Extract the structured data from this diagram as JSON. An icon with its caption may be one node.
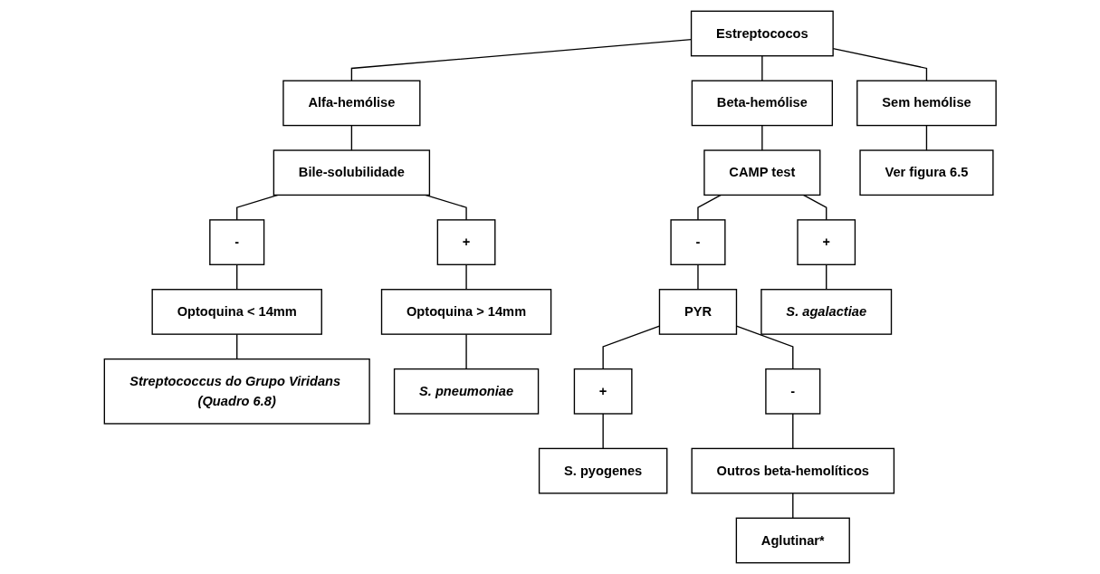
{
  "diagram": {
    "nodes": [
      {
        "text": [
          "Estreptococos"
        ]
      },
      {
        "text": [
          "Alfa-hemólise"
        ]
      },
      {
        "text": [
          "Beta-hemólise"
        ]
      },
      {
        "text": [
          "Sem hemólise"
        ]
      },
      {
        "text": [
          "Bile-solubilidade"
        ]
      },
      {
        "text": [
          "CAMP test"
        ]
      },
      {
        "text": [
          "Ver figura 6.5"
        ]
      },
      {
        "text": [
          "-"
        ]
      },
      {
        "text": [
          "+"
        ]
      },
      {
        "text": [
          "-"
        ]
      },
      {
        "text": [
          "+"
        ]
      },
      {
        "text": [
          "Optoquina < 14mm"
        ]
      },
      {
        "text": [
          "Optoquina > 14mm"
        ]
      },
      {
        "text": [
          "PYR"
        ]
      },
      {
        "text": [
          "S. agalactiae"
        ]
      },
      {
        "text": [
          "Streptococcus do Grupo Viridans (Quadro 6.8)"
        ]
      },
      {
        "text": [
          "S. pneumoniae"
        ]
      },
      {
        "text": [
          "+"
        ]
      },
      {
        "text": [
          "-"
        ]
      },
      {
        "text": [
          "S. pyogenes"
        ]
      },
      {
        "text": [
          "Outros beta-hemolíticos"
        ]
      },
      {
        "text": [
          "Aglutinar*"
        ]
      }
    ],
    "edges": [
      {
        "from": 0,
        "to": 1,
        "arrow": "none"
      },
      {
        "from": 0,
        "to": 2,
        "arrow": "none"
      },
      {
        "from": 0,
        "to": 3,
        "arrow": "none"
      },
      {
        "from": 1,
        "to": 4,
        "arrow": "none"
      },
      {
        "from": 2,
        "to": 5,
        "arrow": "none"
      },
      {
        "from": 3,
        "to": 6,
        "arrow": "none"
      },
      {
        "from": 4,
        "to": 7,
        "arrow": "none"
      },
      {
        "from": 4,
        "to": 8,
        "arrow": "none"
      },
      {
        "from": 5,
        "to": 9,
        "arrow": "none"
      },
      {
        "from": 5,
        "to": 10,
        "arrow": "none"
      },
      {
        "from": 7,
        "to": 11,
        "arrow": "none"
      },
      {
        "from": 8,
        "to": 12,
        "arrow": "none"
      },
      {
        "from": 9,
        "to": 13,
        "arrow": "none"
      },
      {
        "from": 10,
        "to": 14,
        "arrow": "none"
      },
      {
        "from": 11,
        "to": 15,
        "arrow": "none"
      },
      {
        "from": 12,
        "to": 16,
        "arrow": "none"
      },
      {
        "from": 13,
        "to": 17,
        "arrow": "none"
      },
      {
        "from": 13,
        "to": 18,
        "arrow": "none"
      },
      {
        "from": 17,
        "to": 19,
        "arrow": "none"
      },
      {
        "from": 18,
        "to": 20,
        "arrow": "none"
      },
      {
        "from": 20,
        "to": 21,
        "arrow": "none"
      }
    ]
  }
}
